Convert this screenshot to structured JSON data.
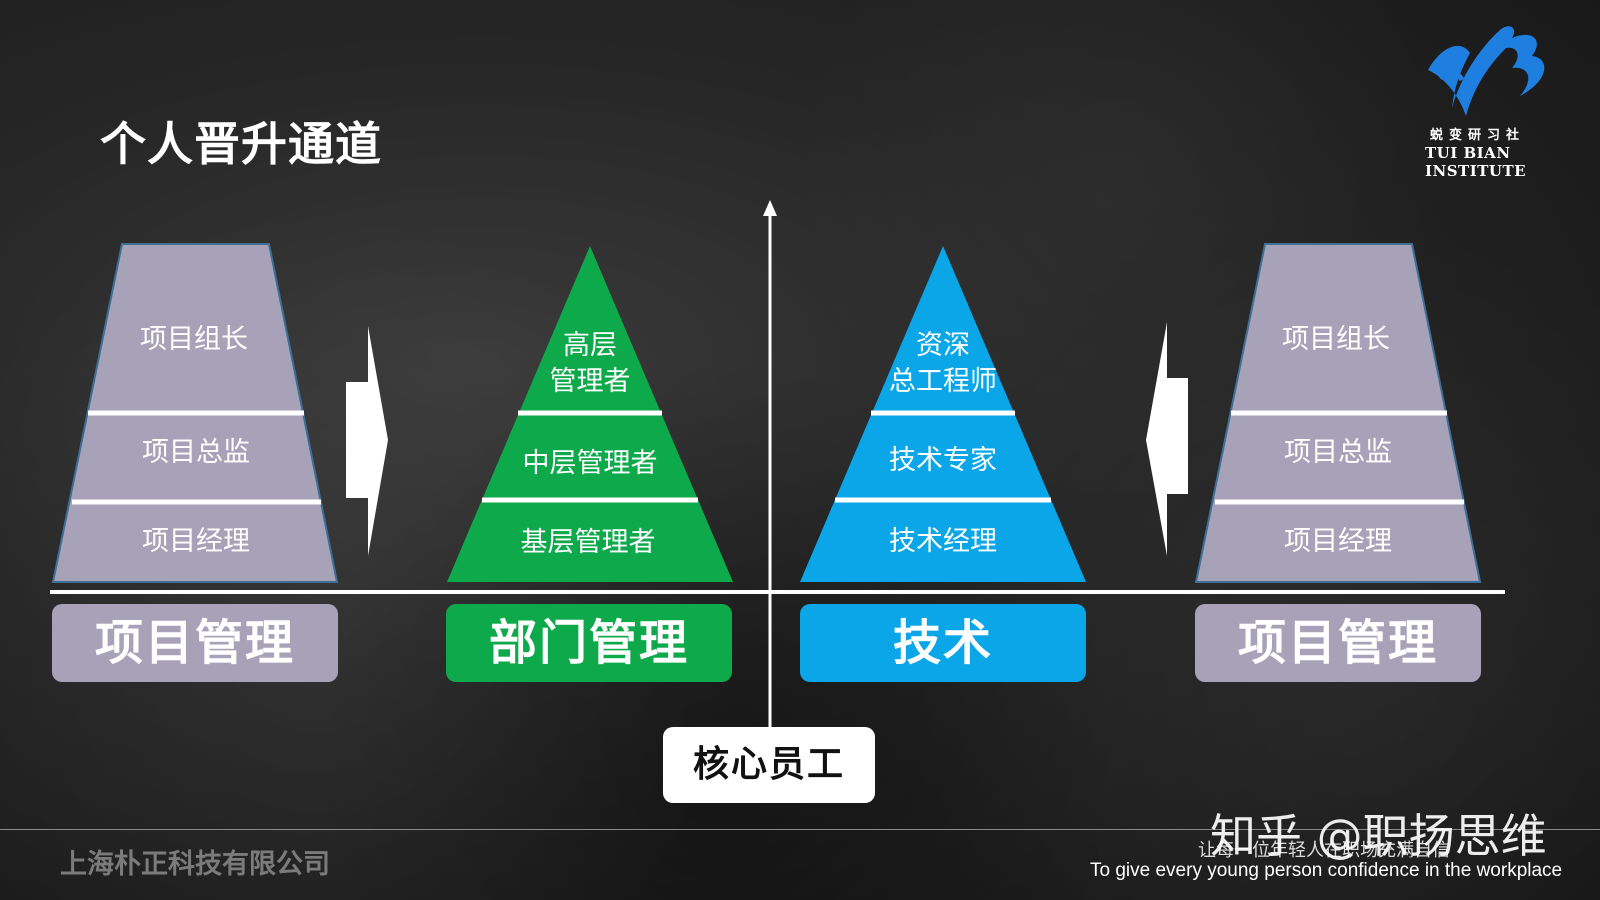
{
  "title": "个人晋升通道",
  "logo": {
    "cn": "蜕变研习社",
    "en": "TUI BIAN INSTITUTE"
  },
  "columns": [
    {
      "levels": [
        "项目组长",
        "项目总监",
        "项目经理"
      ],
      "label": "项目管理"
    },
    {
      "levels": [
        "高层\n管理者",
        "中层管理者",
        "基层管理者"
      ],
      "label": "部门管理"
    },
    {
      "levels": [
        "资深\n总工程师",
        "技术专家",
        "技术经理"
      ],
      "label": "技术"
    },
    {
      "levels": [
        "项目组长",
        "项目总监",
        "项目经理"
      ],
      "label": "项目管理"
    }
  ],
  "core": "核心员工",
  "company": "上海朴正科技有限公司",
  "watermark": "知乎 @职扬思维",
  "slogan_cn": "让每一位年轻人在职场充满自信",
  "slogan_en": "To give every young person confidence in the workplace",
  "colors": {
    "gray": "#a7a2b8",
    "green": "#0ea94b",
    "blue": "#0aa6e8",
    "logo_blue": "#1f7fe0"
  }
}
